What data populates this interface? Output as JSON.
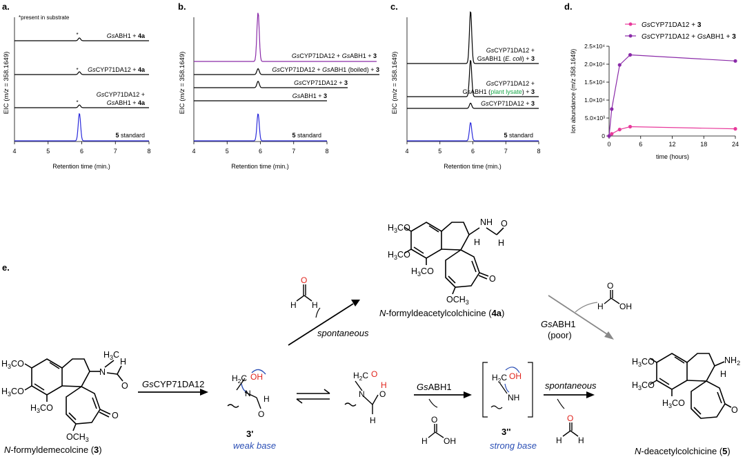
{
  "panels": {
    "a": {
      "label": "a.",
      "ylabel_prefix": "EIC (",
      "ylabel_mz": "m/z",
      "ylabel_suffix": " = 358.1649)",
      "note": "*present in substrate",
      "xlabel": "Retention time (min.)",
      "xticks": [
        "4",
        "5",
        "6",
        "7",
        "8"
      ],
      "traces": [
        {
          "italic": "Gs",
          "text": "ABH1 + ",
          "bold": "4a",
          "star": "*"
        },
        {
          "italic": "Gs",
          "text": "CYP71DA12 + ",
          "bold": "4a",
          "star": "*"
        },
        {
          "line1_italic": "Gs",
          "line1": "CYP71DA12 +",
          "italic": "Gs",
          "text": "ABH1 + ",
          "bold": "4a",
          "star": "*"
        },
        {
          "bold": "5",
          "text": " standard"
        }
      ]
    },
    "b": {
      "label": "b.",
      "ylabel_prefix": "EIC (",
      "ylabel_mz": "m/z",
      "ylabel_suffix": " = 358.1649)",
      "xlabel": "Retention time (min.)",
      "xticks": [
        "4",
        "5",
        "6",
        "7",
        "8"
      ],
      "traces": [
        {
          "i1": "Gs",
          "t1": "CYP71DA12 + ",
          "i2": "Gs",
          "t2": "ABH1 + ",
          "bold": "3"
        },
        {
          "i1": "Gs",
          "t1": "CYP71DA12 + ",
          "i2": "Gs",
          "t2": "ABH1 (boiled) + ",
          "bold": "3"
        },
        {
          "i1": "Gs",
          "t1": "CYP71DA12 + ",
          "bold": "3"
        },
        {
          "i1": "Gs",
          "t1": "ABH1 + ",
          "bold": "3"
        },
        {
          "bold": "5",
          "t1": " standard"
        }
      ]
    },
    "c": {
      "label": "c.",
      "ylabel_prefix": "EIC (",
      "ylabel_mz": "m/z",
      "ylabel_suffix": " = 358.1649)",
      "xlabel": "Retention time (min.)",
      "xticks": [
        "4",
        "5",
        "6",
        "7",
        "8"
      ],
      "traces": [
        {
          "l1i": "Gs",
          "l1": "CYP71DA12 +",
          "l2": "GsABH1 (",
          "l2i": "E. coli",
          "l2b": ") + ",
          "bold": "3"
        },
        {
          "l1i": "Gs",
          "l1": "CYP71DA12 +",
          "l2": "GsABH1 (",
          "green": "plant lysate",
          "l2b": ") + ",
          "bold": "3"
        },
        {
          "l1i": "Gs",
          "l1": "CYP71DA12 + ",
          "bold": "3"
        },
        {
          "bold": "5",
          "l1": " standard"
        }
      ]
    },
    "d": {
      "label": "d.",
      "legend": [
        {
          "i": "Gs",
          "t": "CYP71DA12 + ",
          "b": "3",
          "color": "#e8399b"
        },
        {
          "i": "Gs",
          "t": "CYP71DA12 + ",
          "i2": "Gs",
          "t2": "ABH1 + ",
          "b": "3",
          "color": "#8a2aa8"
        }
      ],
      "ylabel": "Ion abundance (m/z 358.1649)",
      "xlabel": "time (hours)"
    },
    "e": {
      "label": "e.",
      "enzyme1_i": "Gs",
      "enzyme1": "CYP71DA12",
      "enzyme2_i": "Gs",
      "enzyme2": "ABH1",
      "enzyme3_i": "Gs",
      "enzyme3": "ABH1",
      "poor": "(poor)",
      "spontaneous1": "spontaneous",
      "spontaneous2": "spontaneous",
      "cmpd3_i": "N",
      "cmpd3": "-formyldemecolcine (",
      "cmpd3_b": "3",
      "cmpd3_end": ")",
      "cmpd4a_i": "N",
      "cmpd4a": "-formyldeacetylcolchicine (",
      "cmpd4a_b": "4a",
      "cmpd4a_end": ")",
      "cmpd5_i": "N",
      "cmpd5": "-deacetylcolchicine (",
      "cmpd5_b": "5",
      "cmpd5_end": ")",
      "int1": "3'",
      "int1_desc": "weak base",
      "int2": "3''",
      "int2_desc": "strong base",
      "OCH3": "OCH",
      "H3CO": "H",
      "O": "O",
      "H": "H",
      "OH": "OH",
      "N": "N",
      "NH2": "NH",
      "blue": "#2b4fb5",
      "red": "#e0231c"
    }
  },
  "chart_data": [
    {
      "type": "line",
      "title": "",
      "xlabel": "Retention time (min.)",
      "ylabel": "EIC (m/z = 358.1649)",
      "xlim": [
        4,
        8
      ],
      "series": [
        {
          "name": "GsABH1 + 4a",
          "peak_x": 5.93,
          "peak_rel": 0.1
        },
        {
          "name": "GsCYP71DA12 + 4a",
          "peak_x": 5.93,
          "peak_rel": 0.1
        },
        {
          "name": "GsCYP71DA12 + GsABH1 + 4a",
          "peak_x": 5.93,
          "peak_rel": 0.1
        },
        {
          "name": "5 standard",
          "peak_x": 5.93,
          "peak_rel": 1.0
        }
      ]
    },
    {
      "type": "line",
      "title": "",
      "xlabel": "Retention time (min.)",
      "ylabel": "EIC (m/z = 358.1649)",
      "xlim": [
        4,
        8
      ],
      "series": [
        {
          "name": "GsCYP71DA12 + GsABH1 + 3",
          "peak_x": 5.93,
          "peak_rel": 1.0
        },
        {
          "name": "GsCYP71DA12 + GsABH1 (boiled) + 3",
          "peak_x": 5.93,
          "peak_rel": 0.12
        },
        {
          "name": "GsCYP71DA12 + 3",
          "peak_x": 5.93,
          "peak_rel": 0.13
        },
        {
          "name": "GsABH1 + 3",
          "peak_x": 5.93,
          "peak_rel": 0.0
        },
        {
          "name": "5 standard",
          "peak_x": 5.93,
          "peak_rel": 0.55
        }
      ]
    },
    {
      "type": "line",
      "title": "",
      "xlabel": "Retention time (min.)",
      "ylabel": "EIC (m/z = 358.1649)",
      "xlim": [
        4,
        8
      ],
      "series": [
        {
          "name": "GsCYP71DA12 + GsABH1 (E. coli) + 3",
          "peak_x": 5.93,
          "peak_rel": 1.0
        },
        {
          "name": "GsCYP71DA12 + GsABH1 (plant lysate) + 3",
          "peak_x": 5.93,
          "peak_rel": 0.7
        },
        {
          "name": "GsCYP71DA12 + 3",
          "peak_x": 5.93,
          "peak_rel": 0.1
        },
        {
          "name": "5 standard",
          "peak_x": 5.93,
          "peak_rel": 0.35
        }
      ]
    },
    {
      "type": "line",
      "title": "",
      "xlabel": "time (hours)",
      "ylabel": "Ion abundance (m/z 358.1649)",
      "xlim": [
        0,
        24
      ],
      "ylim": [
        0,
        25000
      ],
      "xticks": [
        "0",
        "6",
        "12",
        "18",
        "24"
      ],
      "yticks": [
        "0",
        "5.0×10³",
        "1.0×10⁴",
        "1.5×10⁴",
        "2.0×10⁴",
        "2.5×10⁴"
      ],
      "x": [
        0,
        0.5,
        2,
        4,
        24
      ],
      "series": [
        {
          "name": "GsCYP71DA12 + 3",
          "color": "#e8399b",
          "values": [
            0,
            600,
            1800,
            2600,
            2000
          ]
        },
        {
          "name": "GsCYP71DA12 + GsABH1 + 3",
          "color": "#8a2aa8",
          "values": [
            0,
            7500,
            19800,
            22600,
            20900
          ]
        }
      ]
    }
  ]
}
